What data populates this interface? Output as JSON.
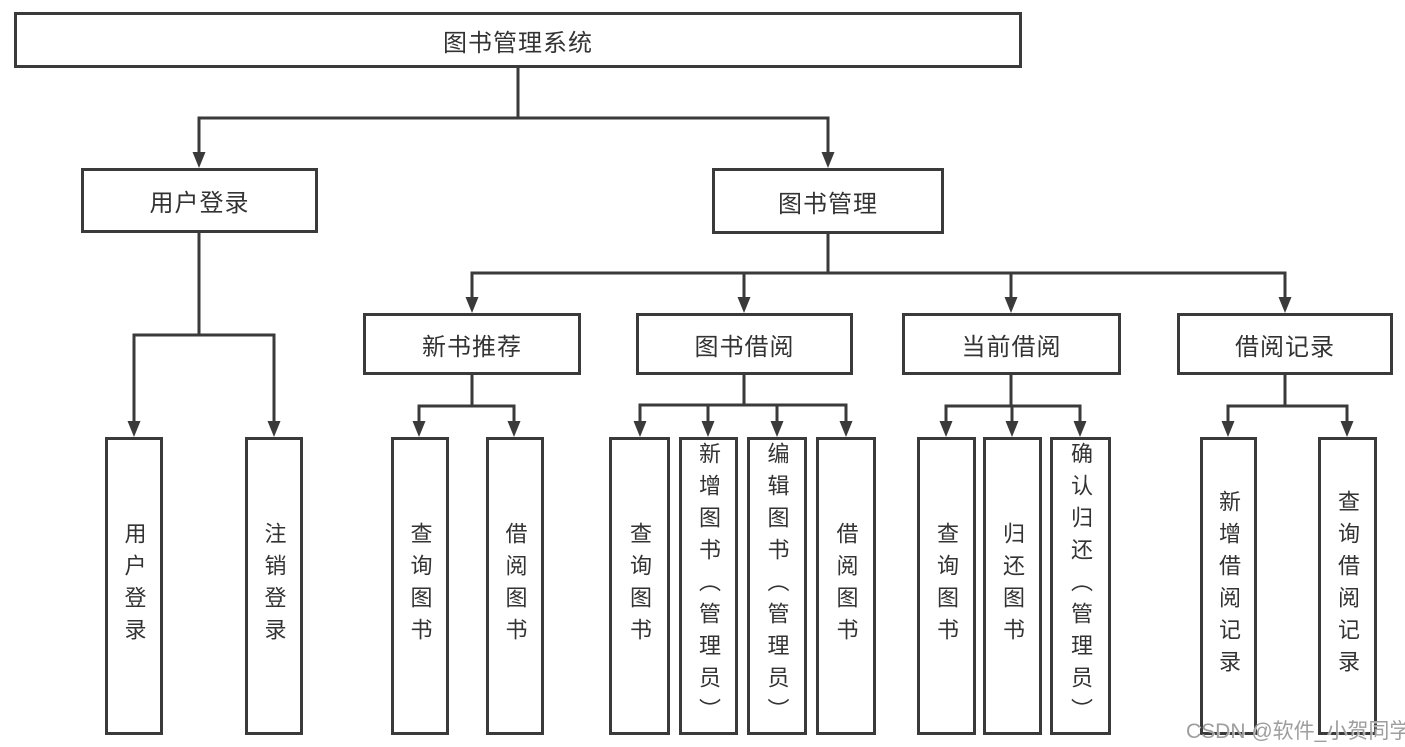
{
  "colors": {
    "line": "#3a3a3a",
    "text": "#333333",
    "watermark": "#9e9e9e",
    "background": "#ffffff"
  },
  "watermark": "CSDN @软件_小贺同学",
  "tree": {
    "root": "图书管理系统",
    "branches": [
      {
        "label": "用户登录",
        "children": [
          "用户登录",
          "注销登录"
        ]
      },
      {
        "label": "图书管理",
        "children": [
          {
            "label": "新书推荐",
            "children": [
              "查询图书",
              "借阅图书"
            ]
          },
          {
            "label": "图书借阅",
            "children": [
              "查询图书",
              "新增图书（管理员）",
              "编辑图书（管理员）",
              "借阅图书"
            ]
          },
          {
            "label": "当前借阅",
            "children": [
              "查询图书",
              "归还图书",
              "确认归还（管理员）"
            ]
          },
          {
            "label": "借阅记录",
            "children": [
              "新增借阅记录",
              "查询借阅记录"
            ]
          }
        ]
      }
    ]
  }
}
